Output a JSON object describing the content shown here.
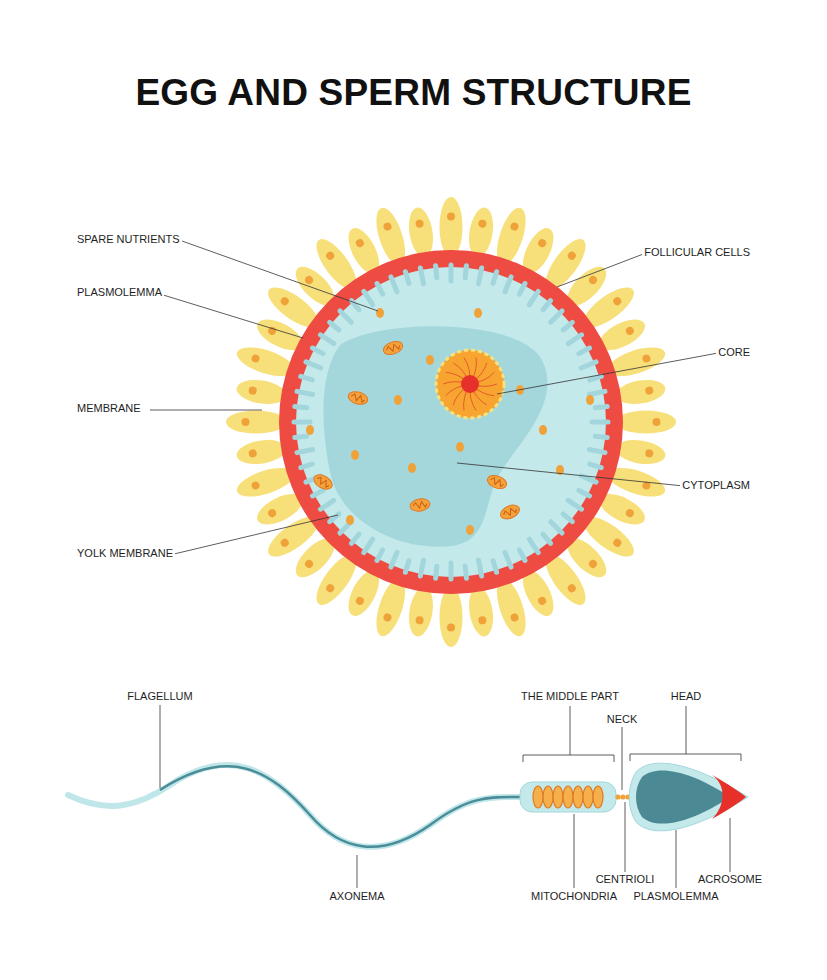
{
  "diagram": {
    "title": "EGG AND SPERM STRUCTURE",
    "labels": [
      "SPARE NUTRIENTS",
      "PLASMOLEMMA",
      "MEMBRANE",
      "YOLK MEMBRANE",
      "FOLLICULAR CELLS",
      "CORE",
      "CYTOPLASM",
      "FLAGELLUM",
      "THE MIDDLE PART",
      "NECK",
      "HEAD",
      "AXONEMA",
      "MITOCHONDRIA",
      "CENTRIOLI",
      "PLASMOLEMMA",
      "ACROSOME"
    ]
  }
}
